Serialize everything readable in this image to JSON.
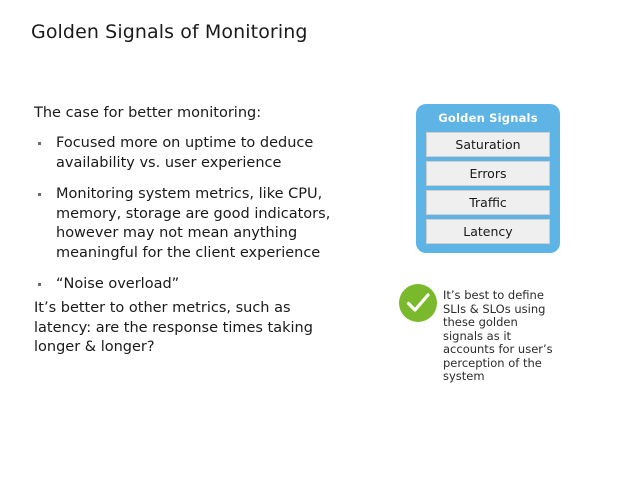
{
  "slide": {
    "title": "Golden Signals of Monitoring",
    "background_color": "#ffffff",
    "text_color": "#1a1a1a"
  },
  "left_column": {
    "lead_line": "The case for better monitoring:",
    "bullets": [
      "Focused more on uptime to deduce availability vs. user experience",
      "Monitoring system metrics, like CPU, memory, storage are good indicators, however may not mean anything meaningful for the client experience",
      "“Noise overload”"
    ],
    "closing_paragraph": "It’s better to other metrics, such as latency: are the response times taking longer & longer?"
  },
  "golden_signals_panel": {
    "title": "Golden Signals",
    "panel_color": "#5db4e5",
    "title_color": "#ffffff",
    "item_color": "#efefef",
    "items": [
      "Saturation",
      "Errors",
      "Traffic",
      "Latency"
    ]
  },
  "note": {
    "icon": "check-circle-icon",
    "icon_color": "#79b92b",
    "text": "It’s best to define SLIs & SLOs using these golden signals as it accounts for user’s perception of the system"
  }
}
